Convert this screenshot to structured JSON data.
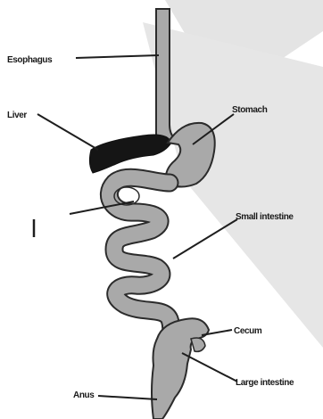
{
  "labels": {
    "esophagus": "Esophagus",
    "liver": "Liver",
    "stomach": "Stomach",
    "small_intestine": "Small intestine",
    "cecum": "Cecum",
    "large_intestine": "Large intestine",
    "anus": "Anus",
    "marker": "I"
  },
  "colors": {
    "background": "#ffffff",
    "watermark": "#e4e4e4",
    "organ_fill": "#a9a9a9",
    "organ_outline": "#2b2b2b",
    "liver_fill": "#151515",
    "line": "#1e1e1e"
  }
}
